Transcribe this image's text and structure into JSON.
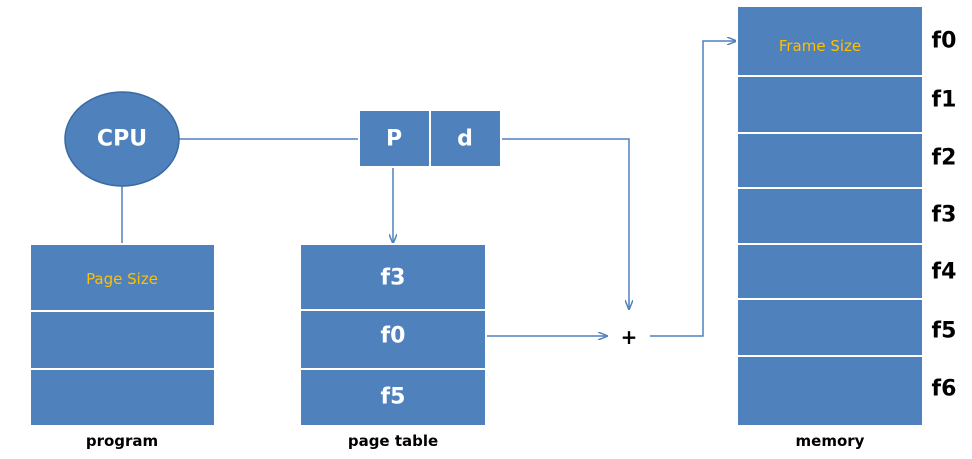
{
  "cpu": {
    "label": "CPU"
  },
  "address": {
    "page": "P",
    "offset": "d"
  },
  "program": {
    "caption": "program",
    "blocks": [
      "Page Size",
      "",
      ""
    ]
  },
  "page_table": {
    "caption": "page table",
    "entries": [
      "f3",
      "f0",
      "f5"
    ]
  },
  "adder": {
    "label": "+"
  },
  "memory": {
    "caption": "memory",
    "blocks": [
      "Frame Size",
      "",
      "",
      "",
      "",
      "",
      ""
    ],
    "frames": [
      "f0",
      "f1",
      "f2",
      "f3",
      "f4",
      "f5",
      "f6"
    ]
  },
  "colors": {
    "block": "#4f81bd",
    "size_text": "#ffc000",
    "text_on_block": "#ffffff"
  }
}
